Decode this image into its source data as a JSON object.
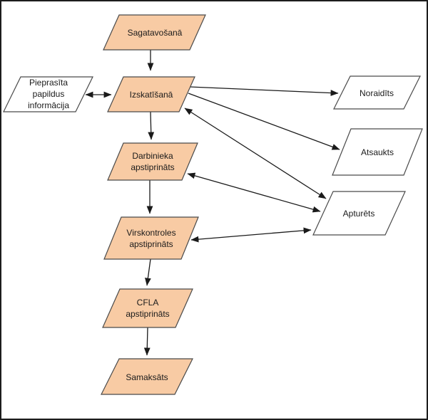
{
  "flowchart": {
    "description": "Status workflow diagram (Latvian)",
    "colors": {
      "active_fill": "#F8CBA4",
      "terminal_fill": "#FFFFFF",
      "shape_border": "#4a4a4a",
      "arrow": "#1a1a1a",
      "frame_border": "#1c1c1c",
      "background": "#ffffff",
      "text": "#1a1a1a"
    },
    "nodes": {
      "sagatavosana": {
        "label": "Sagatavošanā",
        "fill": "#F8CBA4"
      },
      "pieprasita": {
        "lines": [
          "Pieprasīta",
          "papildus",
          "informācija"
        ],
        "fill": "#FFFFFF"
      },
      "izskatisana": {
        "label": "Izskatīšanā",
        "fill": "#F8CBA4"
      },
      "noraidits": {
        "label": "Noraidīts",
        "fill": "#FFFFFF"
      },
      "atsaukts": {
        "label": "Atsaukts",
        "fill": "#FFFFFF"
      },
      "apturets": {
        "label": "Apturēts",
        "fill": "#FFFFFF"
      },
      "darbinieka": {
        "lines": [
          "Darbinieka",
          "apstiprināts"
        ],
        "fill": "#F8CBA4"
      },
      "virskontroles": {
        "lines": [
          "Virskontroles",
          "apstiprināts"
        ],
        "fill": "#F8CBA4"
      },
      "cfla": {
        "lines": [
          "CFLA",
          "apstiprināts"
        ],
        "fill": "#F8CBA4"
      },
      "samaksats": {
        "label": "Samaksāts",
        "fill": "#F8CBA4"
      }
    },
    "edges": [
      {
        "from": "Sagatavošanā",
        "to": "Izskatīšanā",
        "direction": "one-way"
      },
      {
        "from": "Izskatīšanā",
        "to": "Pieprasīta papildus informācija",
        "direction": "two-way"
      },
      {
        "from": "Izskatīšanā",
        "to": "Noraidīts",
        "direction": "one-way"
      },
      {
        "from": "Izskatīšanā",
        "to": "Atsaukts",
        "direction": "one-way"
      },
      {
        "from": "Izskatīšanā",
        "to": "Apturēts",
        "direction": "two-way"
      },
      {
        "from": "Izskatīšanā",
        "to": "Darbinieka apstiprināts",
        "direction": "one-way"
      },
      {
        "from": "Darbinieka apstiprināts",
        "to": "Apturēts",
        "direction": "two-way"
      },
      {
        "from": "Darbinieka apstiprināts",
        "to": "Virskontroles apstiprināts",
        "direction": "one-way"
      },
      {
        "from": "Virskontroles apstiprināts",
        "to": "Apturēts",
        "direction": "two-way"
      },
      {
        "from": "Virskontroles apstiprināts",
        "to": "CFLA apstiprināts",
        "direction": "one-way"
      },
      {
        "from": "CFLA apstiprināts",
        "to": "Samaksāts",
        "direction": "one-way"
      }
    ]
  }
}
